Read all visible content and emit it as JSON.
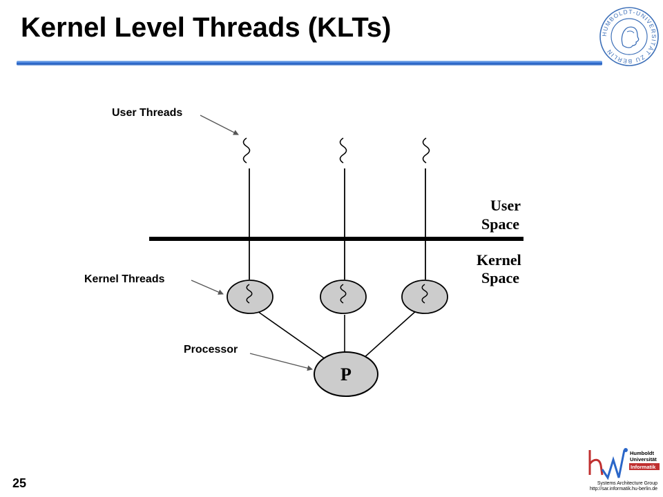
{
  "slide": {
    "title": "Kernel Level Threads (KLTs)",
    "page_number": "25"
  },
  "diagram": {
    "labels": {
      "user_threads": "User Threads",
      "kernel_threads": "Kernel Threads",
      "processor": "Processor"
    },
    "regions": {
      "user_space_line1": "User",
      "user_space_line2": "Space",
      "kernel_space_line1": "Kernel",
      "kernel_space_line2": "Space"
    },
    "processor_symbol": "P",
    "thread_count": 3
  },
  "seal": {
    "ring_text": "HUMBOLDT-UNIVERSITÄT ZU BERLIN"
  },
  "footer": {
    "logo_line1": "Humboldt",
    "logo_line2": "Universität",
    "logo_line3": "Informatik",
    "group": "Systems Architecture Group",
    "url": "http://sar.informatik.hu-berlin.de"
  },
  "colors": {
    "accent_blue": "#2a66c8",
    "logo_red": "#c03030",
    "diagram_gray": "#cccccc"
  }
}
